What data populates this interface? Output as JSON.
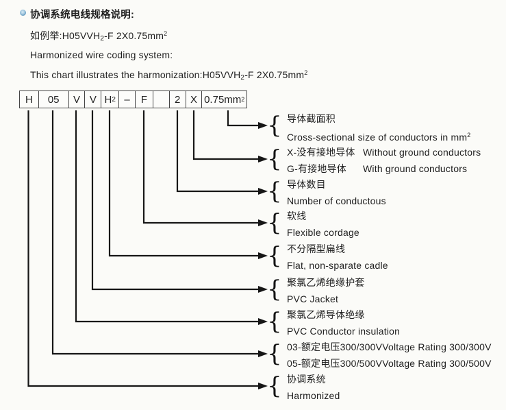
{
  "colors": {
    "ink": "#1e1e1e",
    "connector_line": "#161616",
    "box_border": "#454545",
    "bullet_blue": "#5590b8",
    "background": "#fbfbf8"
  },
  "header": {
    "bullet_icon": "circle-bullet-icon",
    "title": "协调系统电线规格说明:",
    "example_pre": "如例举:H05VVH",
    "example_sub": "2",
    "example_mid": "-F 2X0.75mm",
    "example_sup": "2",
    "subtitle": "Harmonized wire coding system:",
    "chart_pre": "This chart illustrates the harmonization:H05VVH",
    "chart_sub": "2",
    "chart_mid": "-F 2X0.75mm",
    "chart_sup": "2"
  },
  "code": {
    "c0": "H",
    "c1": "05",
    "c2": "V",
    "c3": "V",
    "c4_main": "H",
    "c4_sub": "2",
    "c5": "–",
    "c6": "F",
    "c7": "",
    "c8": "2",
    "c9": "X",
    "c10_main": "0.75mm",
    "c10_sup": "2"
  },
  "legend": {
    "brace": "{",
    "r0_zh": "导体截面积",
    "r0_en_pre": "Cross-sectional size of conductors in mm",
    "r0_en_sup": "2",
    "r1_l1_zh": "X-没有接地导体",
    "r1_l1_en": "Without ground conductors",
    "r1_l2_zh": "G-有接地导体",
    "r1_l2_en": "With ground conductors",
    "r2_zh": "导体数目",
    "r2_en": "Number of conductous",
    "r3_zh": "软线",
    "r3_en": "Flexible cordage",
    "r4_zh": "不分隔型扁线",
    "r4_en": "Flat, non-sparate cadle",
    "r5_zh": "聚氯乙烯绝缘护套",
    "r5_en": "PVC Jacket",
    "r6_zh": "聚氯乙烯导体绝缘",
    "r6_en": "PVC Conductor insulation",
    "r7_l1_zh": "03-额定电压300/300V",
    "r7_l1_en": "Voltage Rating 300/300V",
    "r7_l2_zh": "05-额定电压300/500V",
    "r7_l2_en": "Voltage Rating 300/500V",
    "r8_zh": "协调系统",
    "r8_en": "Harmonized"
  }
}
